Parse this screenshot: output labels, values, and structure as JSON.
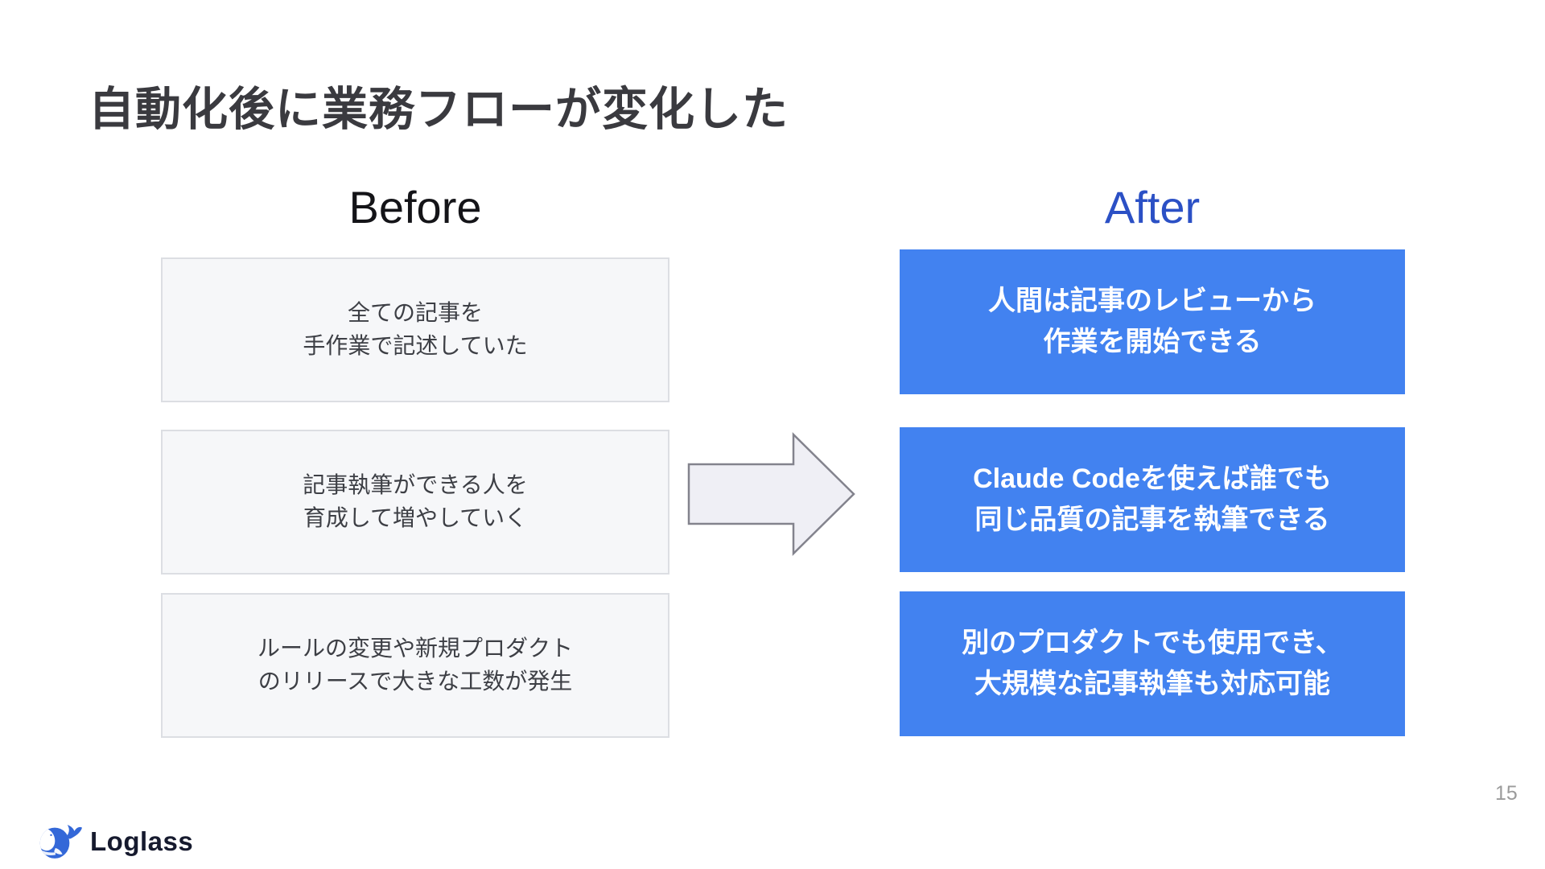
{
  "slide": {
    "title": "自動化後に業務フローが変化した",
    "page_number": "15"
  },
  "before": {
    "heading": "Before",
    "boxes": [
      {
        "line1": "全ての記事を",
        "line2": "手作業で記述していた"
      },
      {
        "line1": "記事執筆ができる人を",
        "line2": "育成して増やしていく"
      },
      {
        "line1": "ルールの変更や新規プロダクト",
        "line2": "のリリースで大きな工数が発生"
      }
    ]
  },
  "after": {
    "heading": "After",
    "boxes": [
      {
        "line1": "人間は記事のレビューから",
        "line2": "作業を開始できる"
      },
      {
        "line1": "Claude Codeを使えば誰でも",
        "line2": "同じ品質の記事を執筆できる"
      },
      {
        "line1": "別のプロダクトでも使用でき、",
        "line2": "大規模な記事執筆も対応可能"
      }
    ]
  },
  "footer": {
    "logo_text": "Loglass"
  },
  "icons": {
    "flow_arrow": "right-arrow",
    "logo_mark": "whale"
  },
  "colors": {
    "accent_blue": "#4282f0",
    "after_heading_blue": "#2b50c5",
    "title_dark": "#3a3a3f",
    "text_black": "#141418",
    "text_dark": "#3d3f45",
    "box_gray_bg": "#f6f7f9",
    "box_gray_border": "#dcdee3",
    "arrow_fill": "#efeff5",
    "arrow_stroke": "#83838d",
    "logo_navy": "#161a2e",
    "logo_blue": "#3468d8",
    "page_gray": "#9b9b9b"
  }
}
